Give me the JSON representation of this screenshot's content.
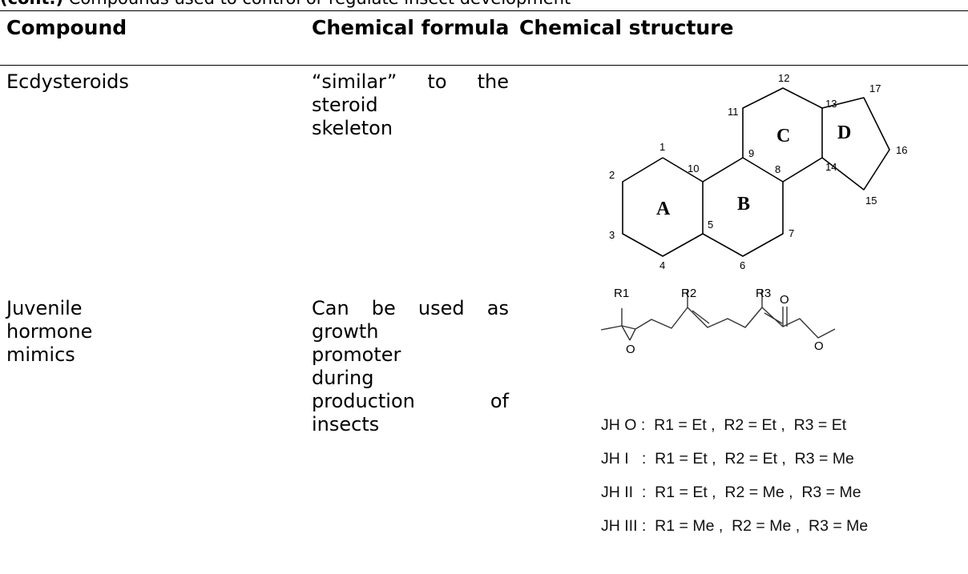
{
  "caption": {
    "prefix": "(cont.)",
    "text": "Compounds used to control or regulate insect development"
  },
  "table": {
    "headers": [
      "Compound",
      "Chemical formula",
      "Chemical structure"
    ],
    "rows": [
      {
        "compound": [
          "Ecdysteroids"
        ],
        "formula": [
          "“similar” to the steroid",
          "skeleton"
        ],
        "structure": {
          "ring_labels": [
            "A",
            "B",
            "C",
            "D"
          ],
          "atom_numbers": [
            "1",
            "2",
            "3",
            "4",
            "5",
            "6",
            "7",
            "8",
            "9",
            "10",
            "11",
            "12",
            "13",
            "14",
            "15",
            "16",
            "17"
          ]
        }
      },
      {
        "compound": [
          "Juvenile hormone",
          "mimics"
        ],
        "formula": [
          "Can be used as growth",
          "promoter during",
          "production of insects"
        ],
        "structure": {
          "substituents": [
            "R1",
            "R2",
            "R3"
          ],
          "atoms": [
            "O",
            "O",
            "O"
          ],
          "variants": [
            "JH O :  R1 = Et ,  R2 = Et ,  R3 = Et",
            "JH I   :  R1 = Et ,  R2 = Et ,  R3 = Me",
            "JH II  :  R1 = Et ,  R2 = Me ,  R3 = Me",
            "JH III :  R1 = Me ,  R2 = Me ,  R3 = Me"
          ]
        }
      }
    ]
  }
}
